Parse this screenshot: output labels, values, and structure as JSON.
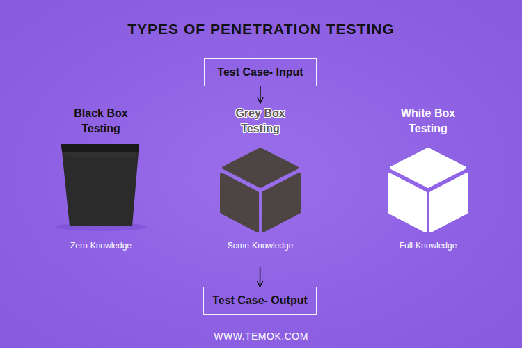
{
  "diagram": {
    "title": "TYPES OF PENETRATION TESTING",
    "nodes": [
      {
        "text": [
          "Test Case- Input"
        ]
      },
      {
        "text": [
          "Black Box Testing",
          "Zero-Knowledge"
        ]
      },
      {
        "text": [
          "Grey Box Testing",
          "Some-Knowledge"
        ]
      },
      {
        "text": [
          "White Box Testing",
          "Full-Knowledge"
        ]
      },
      {
        "text": [
          "Test Case- Output"
        ]
      }
    ],
    "edges": [
      {
        "from": 0,
        "to": 2,
        "arrow": "to"
      },
      {
        "from": 2,
        "to": 4,
        "arrow": "to"
      }
    ],
    "labels": [
      "WWW.TEMOK.COM"
    ]
  }
}
